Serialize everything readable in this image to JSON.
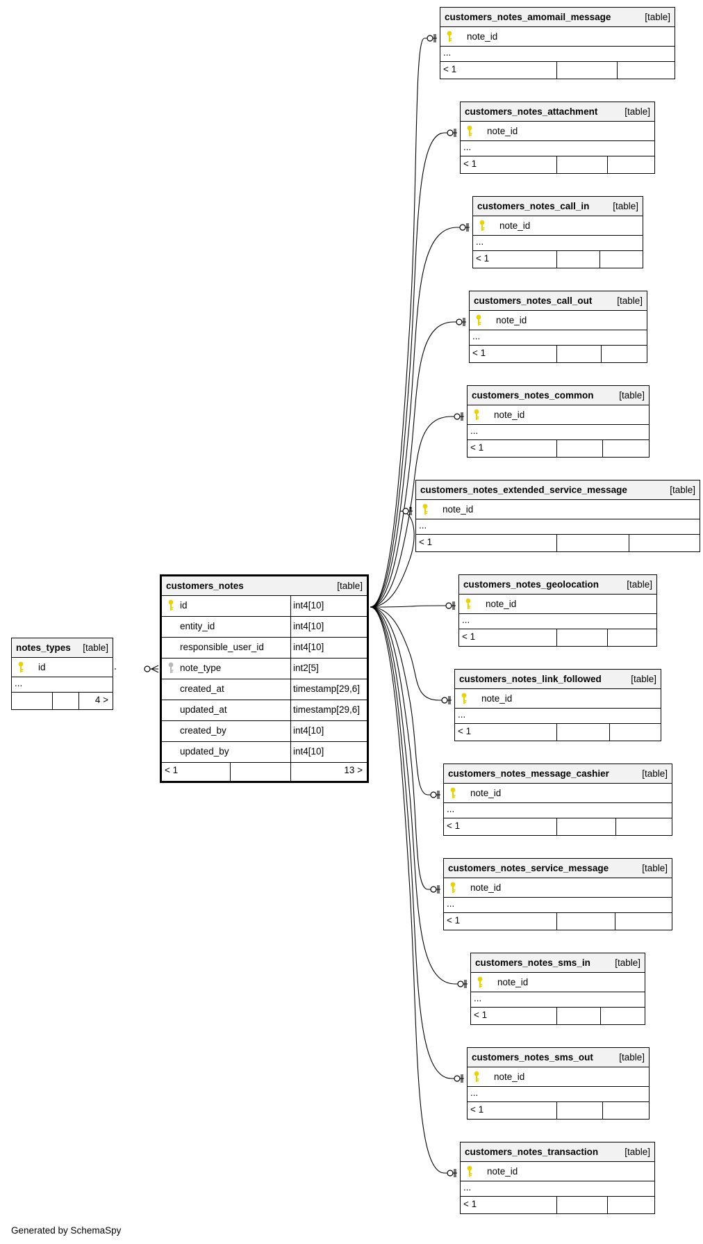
{
  "diagram": {
    "generated_by": "Generated by SchemaSpy",
    "table_kind": "[table]",
    "ellipsis": "...",
    "main_table": {
      "name": "customers_notes",
      "columns": [
        {
          "name": "id",
          "type": "int4[10]",
          "key": "primary"
        },
        {
          "name": "entity_id",
          "type": "int4[10]",
          "key": "none"
        },
        {
          "name": "responsible_user_id",
          "type": "int4[10]",
          "key": "none"
        },
        {
          "name": "note_type",
          "type": "int2[5]",
          "key": "foreign"
        },
        {
          "name": "created_at",
          "type": "timestamp[29,6]",
          "key": "none"
        },
        {
          "name": "updated_at",
          "type": "timestamp[29,6]",
          "key": "none"
        },
        {
          "name": "created_by",
          "type": "int4[10]",
          "key": "none"
        },
        {
          "name": "updated_by",
          "type": "int4[10]",
          "key": "none"
        }
      ],
      "footer_left": "< 1",
      "footer_right": "13 >"
    },
    "parent_table": {
      "name": "notes_types",
      "column": "id",
      "footer_right": "4 >"
    },
    "child_tables": [
      {
        "name": "customers_notes_amomail_message",
        "column": "note_id",
        "footer_left": "< 1"
      },
      {
        "name": "customers_notes_attachment",
        "column": "note_id",
        "footer_left": "< 1"
      },
      {
        "name": "customers_notes_call_in",
        "column": "note_id",
        "footer_left": "< 1"
      },
      {
        "name": "customers_notes_call_out",
        "column": "note_id",
        "footer_left": "< 1"
      },
      {
        "name": "customers_notes_common",
        "column": "note_id",
        "footer_left": "< 1"
      },
      {
        "name": "customers_notes_extended_service_message",
        "column": "note_id",
        "footer_left": "< 1"
      },
      {
        "name": "customers_notes_geolocation",
        "column": "note_id",
        "footer_left": "< 1"
      },
      {
        "name": "customers_notes_link_followed",
        "column": "note_id",
        "footer_left": "< 1"
      },
      {
        "name": "customers_notes_message_cashier",
        "column": "note_id",
        "footer_left": "< 1"
      },
      {
        "name": "customers_notes_service_message",
        "column": "note_id",
        "footer_left": "< 1"
      },
      {
        "name": "customers_notes_sms_in",
        "column": "note_id",
        "footer_left": "< 1"
      },
      {
        "name": "customers_notes_sms_out",
        "column": "note_id",
        "footer_left": "< 1"
      },
      {
        "name": "customers_notes_transaction",
        "column": "note_id",
        "footer_left": "< 1"
      }
    ]
  }
}
